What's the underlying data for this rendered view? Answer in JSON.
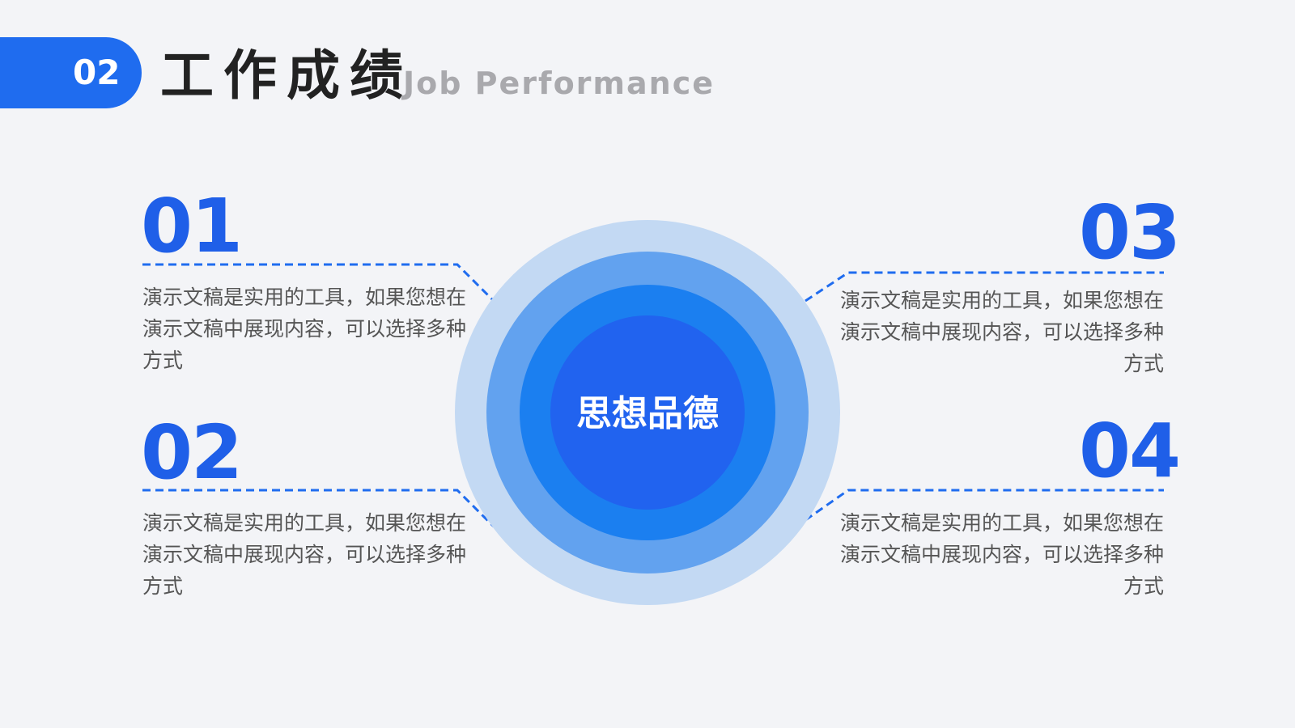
{
  "header": {
    "section_number": "02",
    "title": "工作成绩",
    "subtitle": "Job Performance"
  },
  "center": {
    "label": "思想品德"
  },
  "items": [
    {
      "number": "01",
      "text": "演示文稿是实用的工具，如果您想在演示文稿中展现内容，可以选择多种方式"
    },
    {
      "number": "02",
      "text": "演示文稿是实用的工具，如果您想在演示文稿中展现内容，可以选择多种方式"
    },
    {
      "number": "03",
      "text": "演示文稿是实用的工具，如果您想在演示文稿中展现内容，可以选择多种方式"
    },
    {
      "number": "04",
      "text": "演示文稿是实用的工具，如果您想在演示文稿中展现内容，可以选择多种方式"
    }
  ],
  "colors": {
    "accent": "#1f6cef",
    "number": "#1f5fe8",
    "ring_outer": "#c3d9f3",
    "ring_2": "#62a2ef",
    "ring_3": "#1b7ff0",
    "ring_inner": "#2163ef"
  }
}
